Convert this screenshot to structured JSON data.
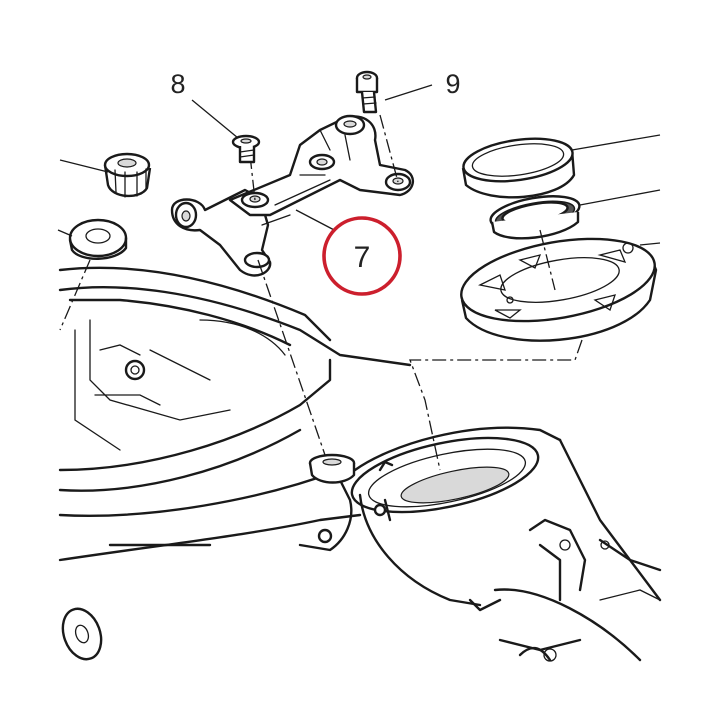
{
  "callouts": {
    "part_8": "8",
    "part_9": "9",
    "part_7": "7"
  },
  "colors": {
    "highlight_ring": "#cc1f2d",
    "line": "#1a1a1a",
    "shade": "#d9d9d9"
  }
}
